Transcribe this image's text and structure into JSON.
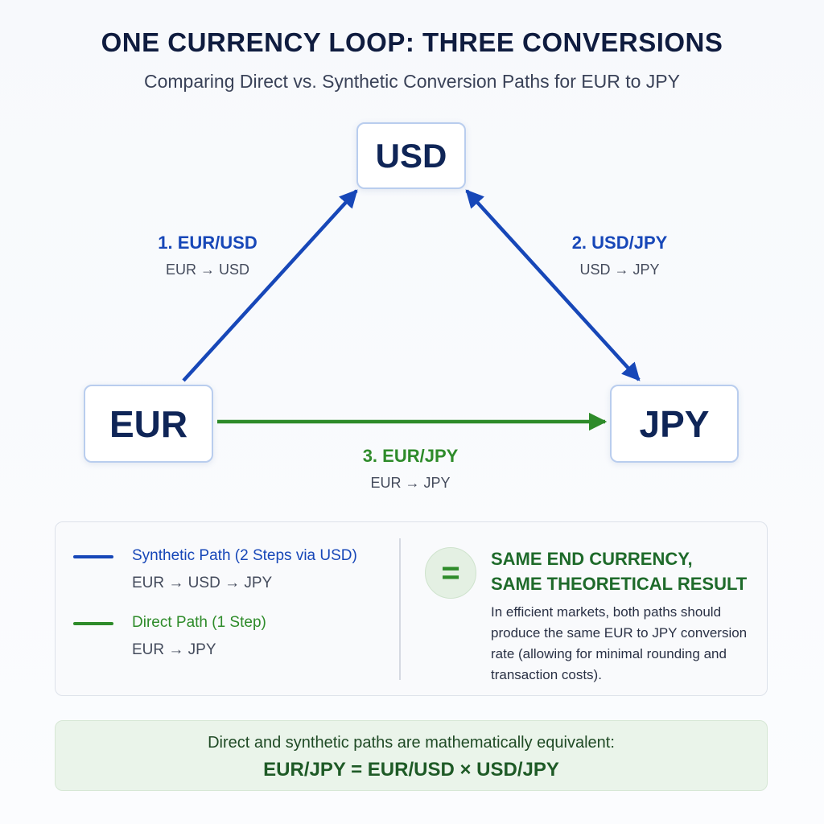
{
  "header": {
    "title": "ONE CURRENCY LOOP: THREE CONVERSIONS",
    "subtitle": "Comparing Direct vs. Synthetic Conversion Paths for EUR to JPY"
  },
  "nodes": {
    "usd": "USD",
    "eur": "EUR",
    "jpy": "JPY"
  },
  "edges": {
    "eur_usd": {
      "label": "1. EUR/USD",
      "detail": "EUR → USD",
      "color": "#1747b8"
    },
    "usd_jpy": {
      "label": "2. USD/JPY",
      "detail": "USD → JPY",
      "color": "#1747b8"
    },
    "eur_jpy": {
      "label": "3. EUR/JPY",
      "detail": "EUR → JPY",
      "color": "#2e8b2a"
    }
  },
  "legend": {
    "synthetic": {
      "title": "Synthetic Path (2 Steps via USD)",
      "path": "EUR → USD → JPY",
      "color": "#1747b8"
    },
    "direct": {
      "title": "Direct Path (1 Step)",
      "path": "EUR → JPY",
      "color": "#2e8b2a"
    }
  },
  "result": {
    "symbol": "=",
    "title_line1": "SAME END CURRENCY,",
    "title_line2": "SAME THEORETICAL RESULT",
    "body": "In efficient markets, both paths should produce the same EUR to JPY conversion rate (allowing for minimal rounding and transaction costs)."
  },
  "footer": {
    "intro": "Direct and synthetic paths are mathematically equivalent:",
    "formula": "EUR/JPY = EUR/USD × USD/JPY"
  }
}
